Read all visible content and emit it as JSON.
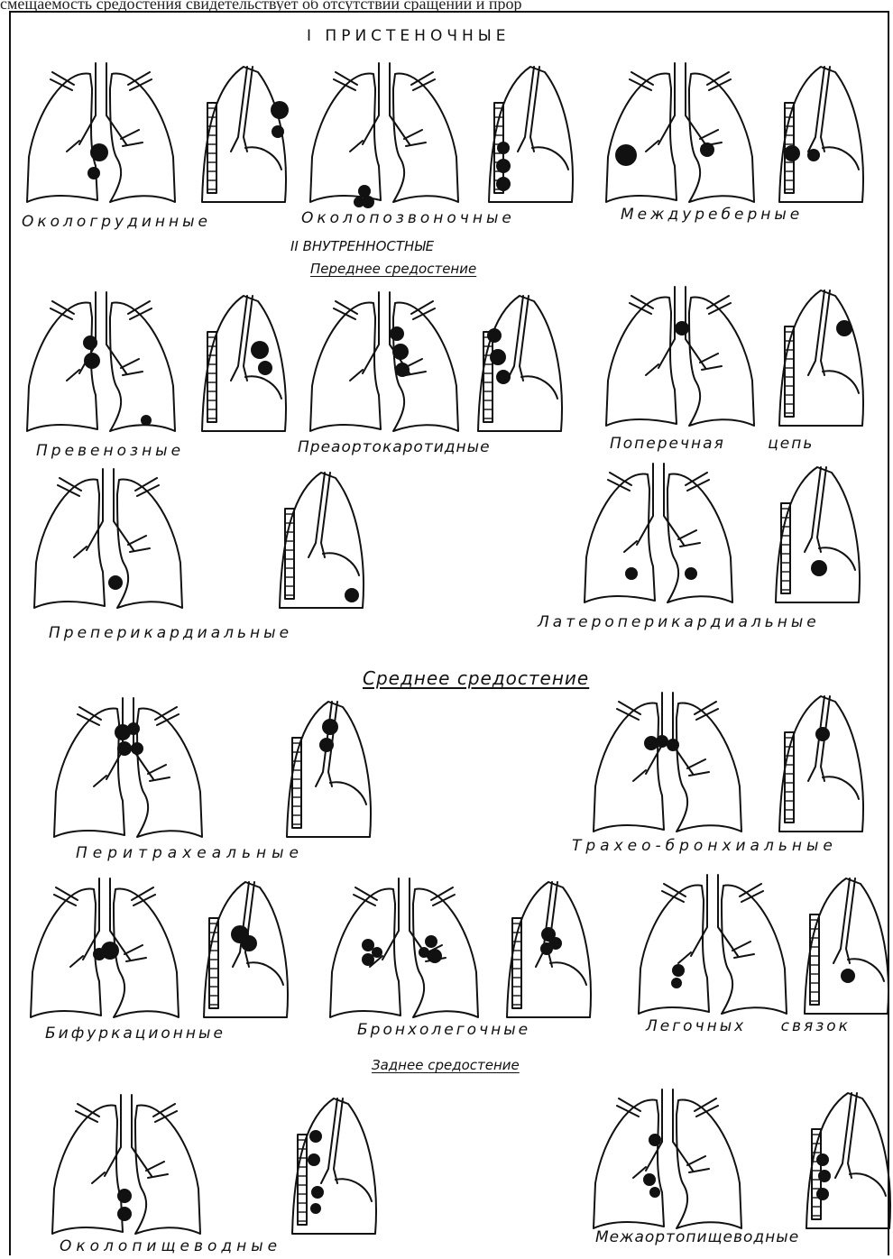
{
  "top_text": "смещаемость средостения свидетельствует об отсутствии сращений и прор",
  "headings": {
    "parietal": "I ПРИСТЕНОЧНЫЕ",
    "visceral": "II ВНУТРЕННОСТНЫЕ",
    "anterior": "Переднее средостение",
    "middle": "Среднее средостение",
    "posterior": "Заднее средостение"
  },
  "labels": {
    "parasternal": "Окологрудинные",
    "paravertebral": "Околопозвоночные",
    "intercostal": "Междуреберные",
    "prevenous": "Превенозные",
    "preaortocarotid": "Преаортокаротидные",
    "transverse_chain": "Поперечная цепь",
    "prepericardial": "Преперикардиальные",
    "lateropericardial": "Латероперикардиальные",
    "peritracheal": "Перитрахеальные",
    "tracheobronchial": "Трахео-бронхиальные",
    "bifurcation": "Бифуркационные",
    "bronchopulmonary": "Бронхолегочные",
    "pulmonary_ligaments": "Легочных связок",
    "paraesophageal": "Околопищеводные",
    "interaortoesophageal": "Межаортопищеводные"
  }
}
